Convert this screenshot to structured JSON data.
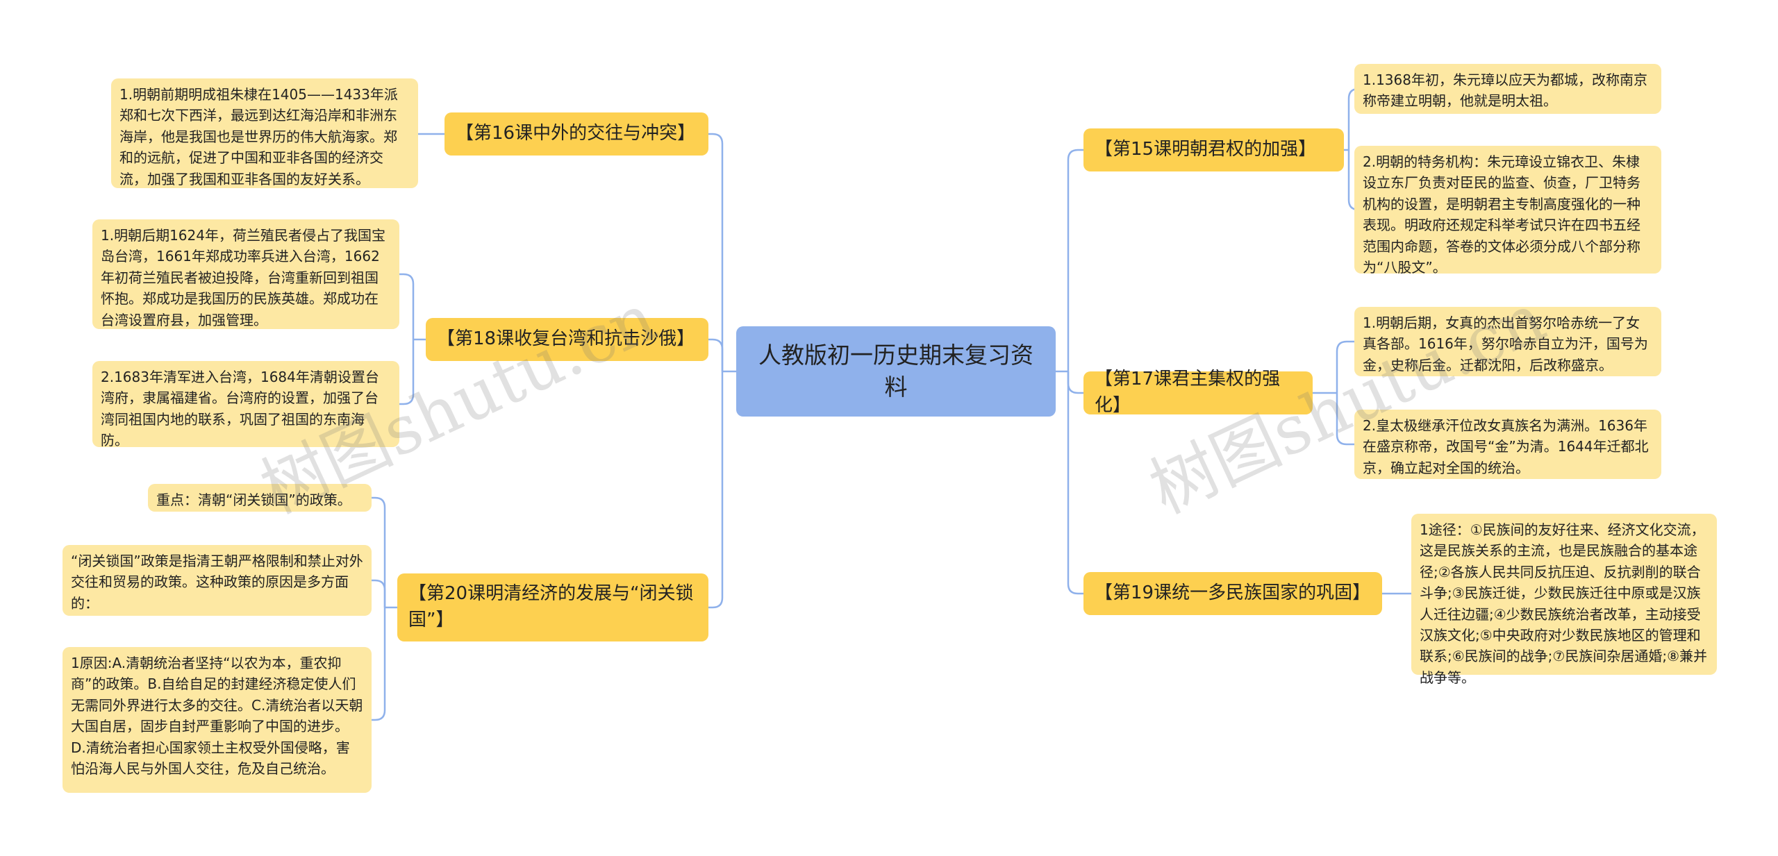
{
  "central": {
    "title": "人教版初一历史期末复习资料"
  },
  "branches": [
    {
      "label": "【第16课中外的交往与冲突】",
      "leaves": [
        "1.明朝前期明成祖朱棣在1405——1433年派郑和七次下西洋，最远到达红海沿岸和非洲东海岸，他是我国也是世界历的伟大航海家。郑和的远航，促进了中国和亚非各国的经济交流，加强了我国和亚非各国的友好关系。"
      ]
    },
    {
      "label": "【第18课收复台湾和抗击沙俄】",
      "leaves": [
        "1.明朝后期1624年，荷兰殖民者侵占了我国宝岛台湾，1661年郑成功率兵进入台湾，1662年初荷兰殖民者被迫投降，台湾重新回到祖国怀抱。郑成功是我国历的民族英雄。郑成功在台湾设置府县，加强管理。",
        "2.1683年清军进入台湾，1684年清朝设置台湾府，隶属福建省。台湾府的设置，加强了台湾同祖国内地的联系，巩固了祖国的东南海防。"
      ]
    },
    {
      "label": "【第20课明清经济的发展与“闭关锁国”】",
      "leaves": [
        "重点：清朝“闭关锁国”的政策。",
        "“闭关锁国”政策是指清王朝严格限制和禁止对外交往和贸易的政策。这种政策的原因是多方面的：",
        "1原因:A.清朝统治者坚持“以农为本，重农抑商”的政策。B.自给自足的封建经济稳定使人们无需同外界进行太多的交往。C.清统治者以天朝大国自居，固步自封严重影响了中国的进步。D.清统治者担心国家领土主权受外国侵略，害怕沿海人民与外国人交往，危及自己统治。"
      ]
    },
    {
      "label": "【第15课明朝君权的加强】",
      "leaves": [
        "1.1368年初，朱元璋以应天为都城，改称南京称帝建立明朝，他就是明太祖。",
        "2.明朝的特务机构：朱元璋设立锦衣卫、朱棣设立东厂负责对臣民的监查、侦查，厂卫特务机构的设置，是明朝君主专制高度强化的一种表现。明政府还规定科举考试只许在四书五经范围内命题，答卷的文体必须分成八个部分称为“八股文”。"
      ]
    },
    {
      "label": "【第17课君主集权的强化】",
      "leaves": [
        "1.明朝后期，女真的杰出首努尔哈赤统一了女真各部。1616年，努尔哈赤自立为汗，国号为金，史称后金。迁都沈阳，后改称盛京。",
        "2.皇太极继承汗位改女真族名为满洲。1636年在盛京称帝，改国号“金”为清。1644年迁都北京，确立起对全国的统治。"
      ]
    },
    {
      "label": "【第19课统一多民族国家的巩固】",
      "leaves": [
        "1途径：①民族间的友好往来、经济文化交流，这是民族关系的主流，也是民族融合的基本途径;②各族人民共同反抗压迫、反抗剥削的联合斗争;③民族迁徙，少数民族迁往中原或是汉族人迁往边疆;④少数民族统治者改革，主动接受汉族文化;⑤中央政府对少数民族地区的管理和联系;⑥民族间的战争;⑦民族间杂居通婚;⑧兼并战争等。"
      ]
    }
  ],
  "watermarks": [
    "树图shutu.cn",
    "树图shutu.cn"
  ],
  "colors": {
    "central_bg": "#8fb1eb",
    "branch_bg": "#fdd050",
    "leaf_bg": "#fde8a3",
    "connector": "#8fb1eb"
  }
}
